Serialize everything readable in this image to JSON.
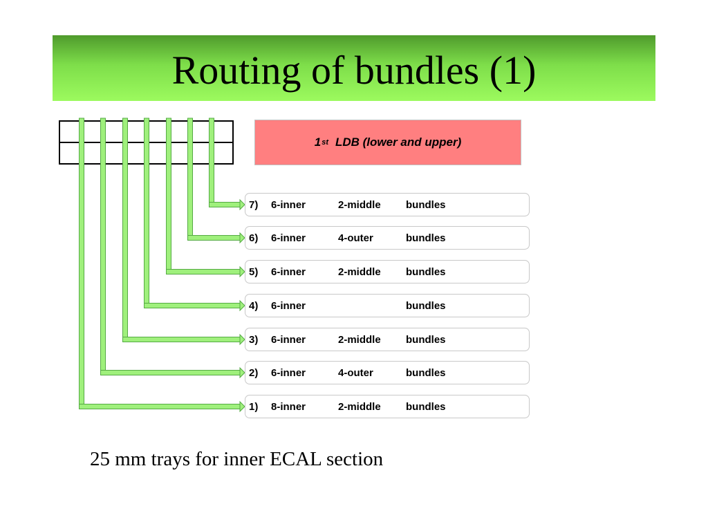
{
  "title": "Routing of bundles (1)",
  "ldb": {
    "prefix": "1",
    "superscript": "st",
    "label": "LDB (lower and upper)"
  },
  "colors": {
    "title_bar": "#7ede4a",
    "ldb_box": "#ff7f80",
    "trace": "#9ff07c",
    "trace_edge": "#55aa44"
  },
  "bundles": [
    {
      "num": "7)",
      "inner": "6-inner",
      "outer": "2-middle",
      "word": "bundles"
    },
    {
      "num": "6)",
      "inner": "6-inner",
      "outer": "4-outer",
      "word": "bundles"
    },
    {
      "num": "5)",
      "inner": "6-inner",
      "outer": "2-middle",
      "word": "bundles"
    },
    {
      "num": "4)",
      "inner": "6-inner",
      "outer": "",
      "word": "bundles"
    },
    {
      "num": "3)",
      "inner": "6-inner",
      "outer": "2-middle",
      "word": "bundles"
    },
    {
      "num": "2)",
      "inner": "6-inner",
      "outer": "4-outer",
      "word": "bundles"
    },
    {
      "num": "1)",
      "inner": "8-inner",
      "outer": "2-middle",
      "word": "bundles"
    }
  ],
  "caption": "25 mm trays for inner ECAL section"
}
